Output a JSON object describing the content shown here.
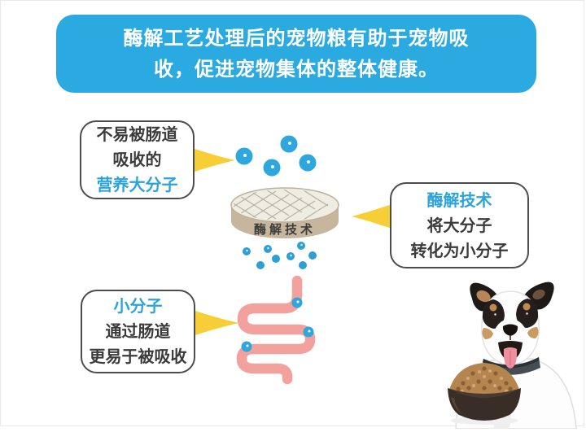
{
  "banner": {
    "text_line1": "酶解工艺处理后的宠物粮有助于宠物吸",
    "text_line2": "收，促进宠物集体的整体健康。",
    "bg_color": "#2BAAE1",
    "text_color": "#FFFFFF"
  },
  "bubbles": {
    "nutrient": {
      "line1": "不易被肠道",
      "line2": "吸收的",
      "line3_highlight": "营养大分子"
    },
    "enzyme": {
      "line1_highlight": "酶解技术",
      "line2": "将大分子",
      "line3": "转化为小分子"
    },
    "small": {
      "line1_highlight": "小分子",
      "line2": "通过肠道",
      "line3": "更易于被吸收"
    }
  },
  "cylinder": {
    "label": "酶解技术"
  },
  "icons": {
    "arrow_right": "yellow-arrow-right-icon",
    "arrow_left": "yellow-arrow-left-icon",
    "large_molecules": "large-blue-molecule-icons",
    "small_molecules": "small-blue-molecule-icons",
    "cylinder": "enzymolysis-sieve-cylinder-illustration",
    "intestine": "pink-intestine-illustration",
    "dog": "jack-russell-dog-photo-illustration",
    "bowl": "dog-food-bowl-with-kibble-illustration"
  },
  "colors": {
    "banner_blue": "#2BAAE1",
    "highlight_blue": "#2BA3DB",
    "body_text": "#3B3B3B",
    "bubble_border": "#4D4D4D",
    "arrow_yellow": "#F8CE36",
    "molecule_blue": "#2EA7DE",
    "small_dot_blue": "#2D9FD5",
    "intestine_pink": "#F2A19D",
    "cylinder_side_tan": "#C6B69D",
    "cylinder_top_cream": "#EFECE1",
    "bowl_brown": "#382D27",
    "kibble_tan": "#B5854F"
  }
}
